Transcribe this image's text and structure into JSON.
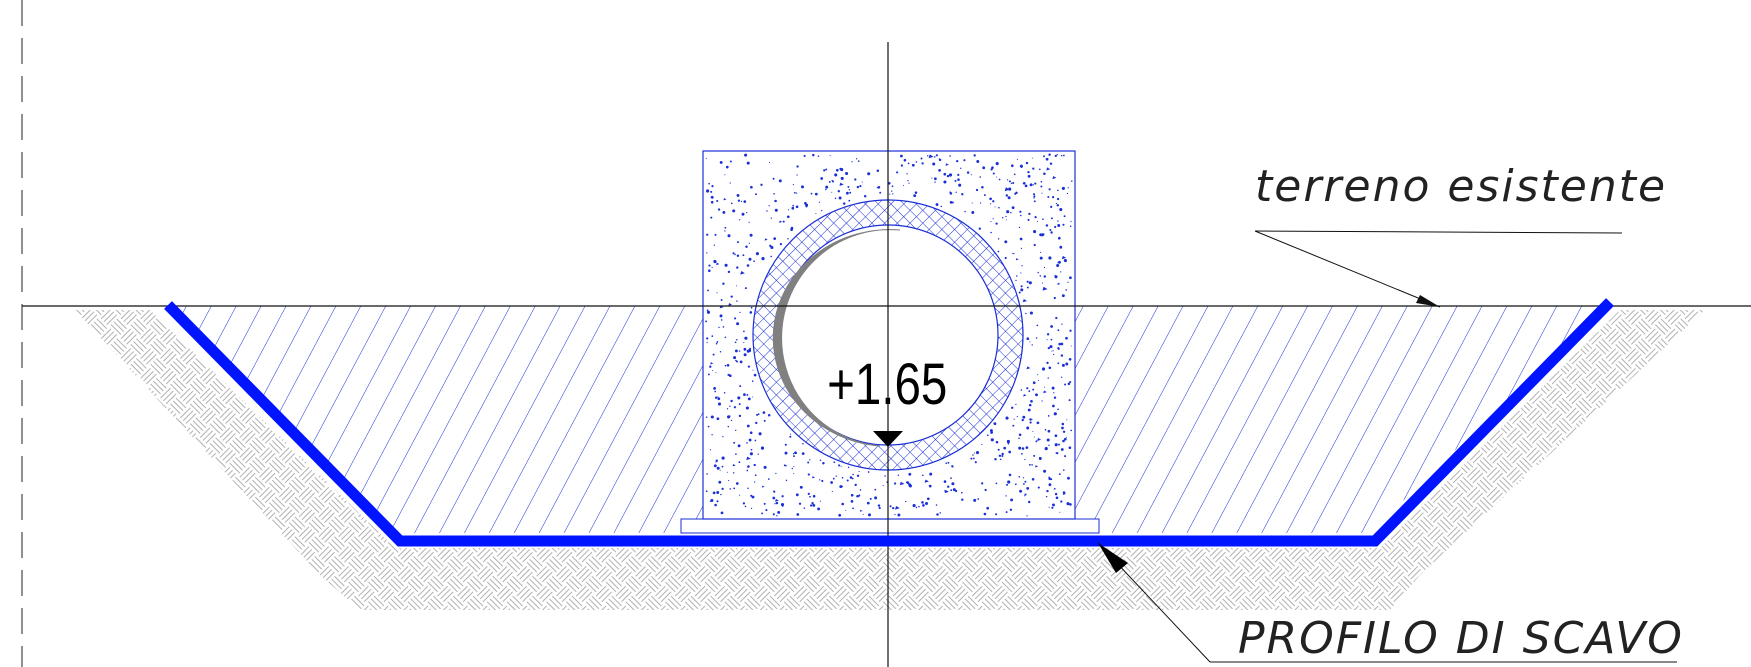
{
  "labels": {
    "ground": "terreno esistente",
    "excavation": "PROFILO DI SCAVO",
    "elevation": "+1.65"
  },
  "colors": {
    "excavation_profile": "#0014ff",
    "hatch": "#1a2fd6",
    "concrete_dots": "#1a2fd6",
    "soil_pattern": "#b0b0b0",
    "lines": "#111111",
    "pipe_shadow": "#808080"
  }
}
